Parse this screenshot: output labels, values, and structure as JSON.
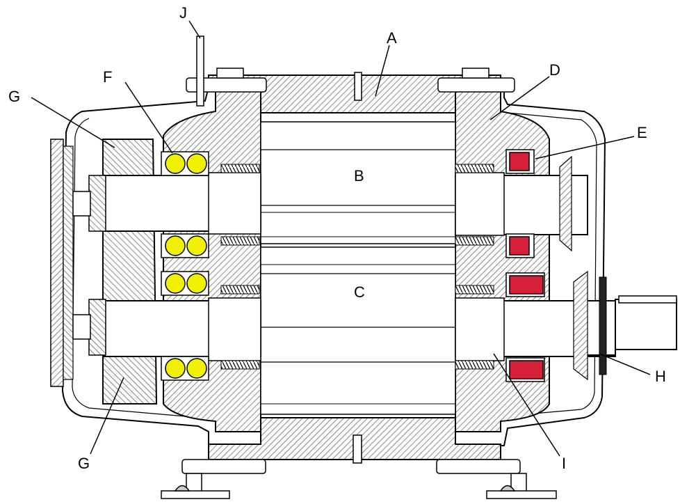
{
  "labels": {
    "A": "A",
    "B": "B",
    "C": "C",
    "D": "D",
    "E": "E",
    "F": "F",
    "G_top": "G",
    "G_bottom": "G",
    "H": "H",
    "I": "I",
    "J": "J"
  },
  "colors": {
    "outline": "#000000",
    "hatch": "#555555",
    "rotor": "#ffffff",
    "ball_bearing": "#f0f000",
    "roller_bearing": "#d6203a"
  }
}
